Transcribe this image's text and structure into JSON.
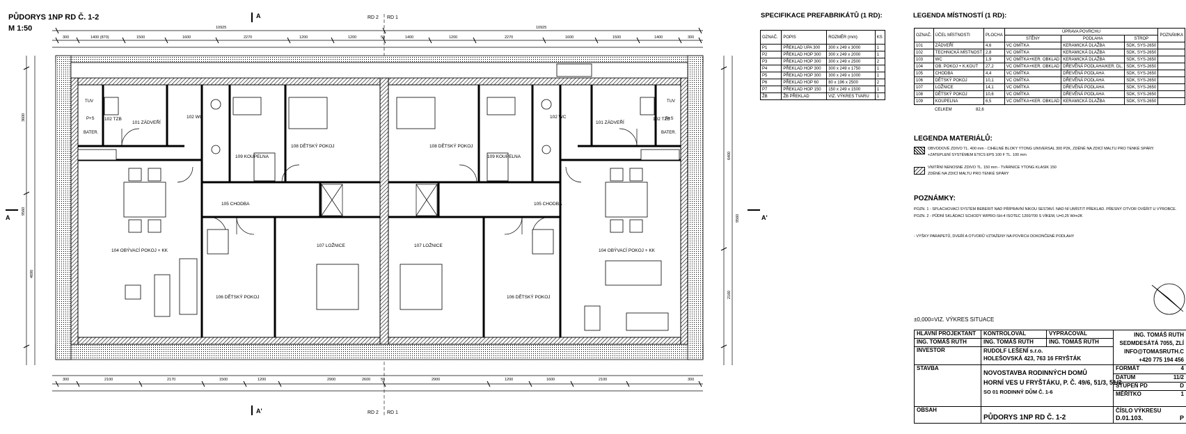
{
  "drawing": {
    "title": "PŮDORYS 1NP RD Č. 1-2",
    "scale": "M 1:50",
    "section_a": "A",
    "section_a2": "A'",
    "axis_labels": [
      "RD 2",
      "RD 1"
    ],
    "dims_top_total": [
      "10925",
      "10925"
    ],
    "dims_top_sub": [
      "300",
      "1400 (870)",
      "1500",
      "1600",
      "2270",
      "1200",
      "1200",
      "50",
      "1400",
      "1200",
      "2270",
      "1600",
      "1500",
      "1400",
      "300"
    ],
    "dims_bottom": [
      "300",
      "2100",
      "2170",
      "1500",
      "1200",
      "2900",
      "2600",
      "50",
      "2900",
      "1200",
      "1600",
      "2100",
      "300"
    ],
    "dims_left": [
      "3600",
      "9560",
      "4690"
    ],
    "dims_right": [
      "6400",
      "2160",
      "9560"
    ],
    "elevation_note": "±0,000=VIZ. VÝKRES SITUACE",
    "rooms": [
      {
        "id": "r101a",
        "label": "101 ZÁDVEŘÍ"
      },
      {
        "id": "r102a",
        "label": "102 TZB"
      },
      {
        "id": "r103a",
        "label": "102 WC"
      },
      {
        "id": "r104a",
        "label": "104 OBÝVACÍ POKOJ + KK"
      },
      {
        "id": "r105a",
        "label": "105 CHODBA"
      },
      {
        "id": "r106a",
        "label": "106 DĚTSKÝ POKOJ"
      },
      {
        "id": "r107a",
        "label": "107 LOŽNICE"
      },
      {
        "id": "r108a",
        "label": "108 DĚTSKÝ POKOJ"
      },
      {
        "id": "r109a",
        "label": "109 KOUPELNA"
      },
      {
        "id": "r101b",
        "label": "101 ZÁDVEŘÍ"
      },
      {
        "id": "r102b",
        "label": "102 TZB"
      },
      {
        "id": "r103b",
        "label": "102 WC"
      },
      {
        "id": "r104b",
        "label": "104 OBÝVACÍ POKOJ + KK"
      },
      {
        "id": "r105b",
        "label": "105 CHODBA"
      },
      {
        "id": "r106b",
        "label": "106 DĚTSKÝ POKOJ"
      },
      {
        "id": "r107b",
        "label": "107 LOŽNICE"
      },
      {
        "id": "r108b",
        "label": "108 DĚTSKÝ POKOJ"
      },
      {
        "id": "r109b",
        "label": "109 KOUPELNA"
      }
    ],
    "fixtures": {
      "tuv": "TUV",
      "bater": "BATER.",
      "pe": "P+S"
    }
  },
  "spec": {
    "title": "SPECIFIKACE PREFABRIKÁTŮ (1 RD):",
    "headers": [
      "OZNAČ.",
      "POPIS",
      "ROZMĚR (mm)",
      "KS"
    ],
    "rows": [
      [
        "P1",
        "PŘEKLAD UPA 300",
        "300 x 249 x 3000",
        "1"
      ],
      [
        "P2",
        "PŘEKLAD HOP 300",
        "300 x 249 x 2000",
        "1"
      ],
      [
        "P3",
        "PŘEKLAD HOP 300",
        "300 x 249 x 2500",
        "2"
      ],
      [
        "P4",
        "PŘEKLAD HOP 300",
        "300 x 249 x 1750",
        "1"
      ],
      [
        "P5",
        "PŘEKLAD HOP 300",
        "300 x 249 x 1000",
        "1"
      ],
      [
        "P6",
        "PŘEKLAD HOP 60",
        "80 x 196 x 2500",
        "2"
      ],
      [
        "P7",
        "PŘEKLAD HOP 150",
        "150 x 249 x 1500",
        "1"
      ],
      [
        "ŽB",
        "ŽB PŘEKLAD",
        "VIZ. VÝKRES TVARU",
        "1"
      ]
    ]
  },
  "legend_rooms": {
    "title": "LEGENDA MÍSTNOSTÍ (1 RD):",
    "h_oznac": "OZNAČ.",
    "h_ucel": "ÚČEL MÍSTNOSTI",
    "h_plocha": "PLOCHA",
    "h_uprava": "ÚPRAVA POVRCHU",
    "h_steny": "STĚNY",
    "h_podlaha": "PODLAHA",
    "h_strop": "STROP",
    "h_pozn": "POZNÁMKA",
    "rows": [
      [
        "101",
        "ZÁDVEŘÍ",
        "4,6",
        "VC OMÍTKA",
        "KERAMICKÁ DLAŽBA",
        "SDK, SYS-2650"
      ],
      [
        "102",
        "TECHNICKÁ MÍSTNOST",
        "2,8",
        "VC OMÍTKA",
        "KERAMICKÁ DLAŽBA",
        "SDK, SYS-2650"
      ],
      [
        "103",
        "WC",
        "1,9",
        "VC OMÍTKA+KER. OBKLAD",
        "KERAMICKÁ DLAŽBA",
        "SDK, SYS-2650"
      ],
      [
        "104",
        "OB. POKOJ + K.KOUT",
        "27,2",
        "VC OMÍTKA+KER. OBKLAD",
        "DŘEVĚNÁ PODLAHA/KER. DL.",
        "SDK, SYS-2650"
      ],
      [
        "105",
        "CHODBA",
        "4,4",
        "VC OMÍTKA",
        "DŘEVĚNÁ PODLAHA",
        "SDK, SYS-2650"
      ],
      [
        "106",
        "DĚTSKÝ POKOJ",
        "10,1",
        "VC OMÍTKA",
        "DŘEVĚNÁ PODLAHA",
        "SDK, SYS-2650"
      ],
      [
        "107",
        "LOŽNICE",
        "14,1",
        "VC OMÍTKA",
        "DŘEVĚNÁ PODLAHA",
        "SDK, SYS-2650"
      ],
      [
        "108",
        "DĚTSKÝ POKOJ",
        "10,6",
        "VC OMÍTKA",
        "DŘEVĚNÁ PODLAHA",
        "SDK, SYS-2650"
      ],
      [
        "109",
        "KOUPELNA",
        "6,5",
        "VC OMÍTKA+KER. OBKLAD",
        "KERAMICKÁ DLAŽBA",
        "SDK, SYS-2650"
      ]
    ],
    "total_label": "CELKEM",
    "total_value": "82,6"
  },
  "legend_materials": {
    "title": "LEGENDA MATERIÁLŮ:",
    "m1a": "OBVODOVÉ ZDIVO TL. 400 mm - CIHELNÉ BLOKY YTONG UNIVERSAL 300 P2K, ZDĚNÉ NA ZDICÍ MALTU PRO TENKÉ SPÁRY.",
    "m1b": "+ZATEPLENÍ SYSTÉMEM ETICS EPS 100 F TL. 100 mm",
    "m2a": "VNITŘNÍ NENOSNÉ ZDIVO TL. 150 mm - TVÁRNICE YTONG KLASIK 150",
    "m2b": "ZDĚNÉ NA ZDICÍ MALTU PRO TENKÉ SPÁRY"
  },
  "notes": {
    "title": "POZNÁMKY:",
    "n1": "POZN. 1 - SPLACHOVACÍ SYSTÉM BEBERIT NAD PŘÍPRAVNÍ NIKOU SESTAVÍ. NAD NÍ UMÍSTIT PŘEKLAD. PŘESNÝ OTVOR OVĚŘIT U VÝROBCE.",
    "n2": "POZN. 2 - PŮDNÍ SKLÁDACÍ SCHODY WIPRO-SH-4 ISOTEC 1200/700 S VÍKEM, U=0,25 W/m2K",
    "n3": "- VÝŠKY PARAPETŮ, DVEŘÍ A OTVORŮ VZTAŽENY NA POVRCH DOKONČENÉ PODLAHY"
  },
  "title_block": {
    "hlavni_label": "HLAVNÍ PROJEKTANT",
    "hlavni_value": "ING. TOMÁŠ RUTH",
    "kontroloval_label": "KONTROLOVAL",
    "kontroloval_value": "ING. TOMÁŠ RUTH",
    "vypracoval_label": "VYPRACOVAL",
    "vypracoval_value": "ING. TOMÁŠ RUTH",
    "firm_name": "ING. TOMÁŠ RUTH",
    "firm_address": "SEDMDESÁTÁ 7055, ZLÍ",
    "firm_email": "INFO@TOMASRUTH.C",
    "firm_phone": "+420 775 194 456",
    "investor_label": "INVESTOR",
    "investor_name": "RUDOLF LEŠENÍ s.r.o.",
    "investor_address": "HOLEŠOVSKÁ 423, 763 16 FRYŠTÁK",
    "stavba_label": "STAVBA",
    "stavba_l1": "NOVOSTAVBA RODINNÝCH DOMŮ",
    "stavba_l2": "HORNÍ VES U FRYŠTÁKU, P. Č. 49/6, 51/3, 51/2",
    "stavba_l3": "SO 01 RODINNÝ DŮM Č. 1-6",
    "format_label": "FORMÁT",
    "format_value": "4",
    "datum_label": "DATUM",
    "datum_value": "11/2",
    "stupen_label": "STUPEŇ PD",
    "stupen_value": "D",
    "meritko_label": "MĚŘÍTKO",
    "meritko_value": "1",
    "obsah_label": "OBSAH",
    "obsah_value": "PŮDORYS 1NP RD Č. 1-2",
    "cislo_label": "ČÍSLO VÝKRESU",
    "cislo_value": "D.01.103.",
    "cislo_tail": "P"
  }
}
